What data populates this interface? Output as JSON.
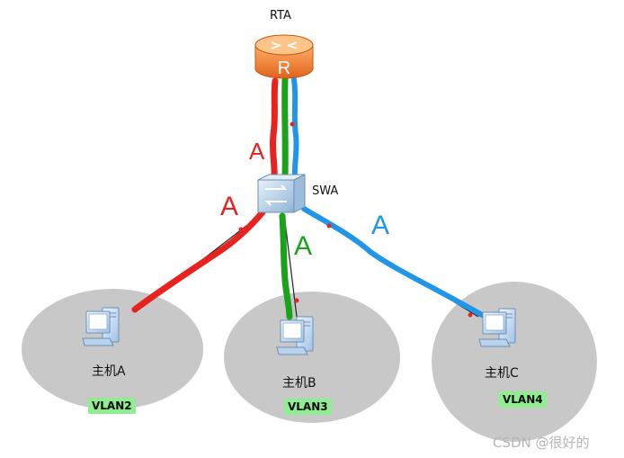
{
  "router": {
    "label": "RTA",
    "icon": "router-icon",
    "badge": "R"
  },
  "switch": {
    "label": "SWA",
    "icon": "switch-icon"
  },
  "hosts": [
    {
      "label": "主机A",
      "vlan": "VLAN2",
      "icon": "computer-icon"
    },
    {
      "label": "主机B",
      "vlan": "VLAN3",
      "icon": "computer-icon"
    },
    {
      "label": "主机C",
      "vlan": "VLAN4",
      "icon": "computer-icon"
    }
  ],
  "path_labels": [
    {
      "text": "A",
      "color": "#e8231f"
    },
    {
      "text": "A",
      "color": "#e8231f"
    },
    {
      "text": "A",
      "color": "#1ba21b"
    },
    {
      "text": "A",
      "color": "#2196e8"
    }
  ],
  "colors": {
    "red": "#e8231f",
    "green": "#1ba21b",
    "blue": "#2196e8",
    "zone": "#c8c8c8",
    "vlan": "#90ee90"
  },
  "watermark": "CSDN @很好的"
}
